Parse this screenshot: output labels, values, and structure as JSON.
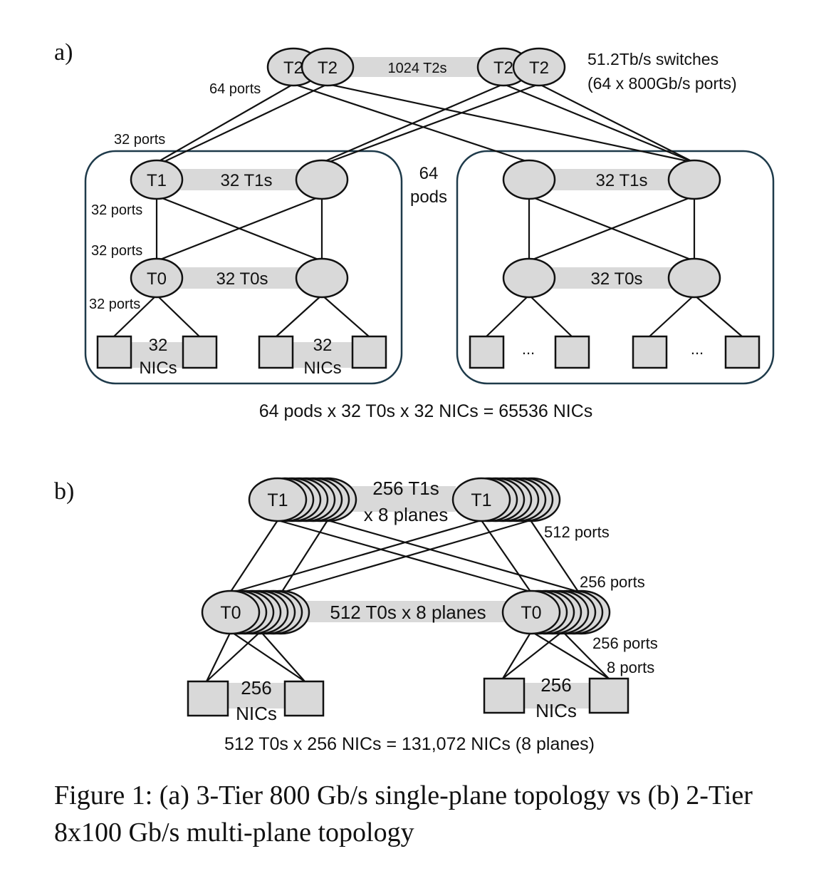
{
  "panel_a": {
    "label": "a)",
    "t2_node_label": "T2",
    "t2_count_label": "1024 T2s",
    "switch_note_line1": "51.2Tb/s switches",
    "switch_note_line2": "(64 x 800Gb/s ports)",
    "t2_ports_label": "64 ports",
    "t1_uplink_ports_label": "32 ports",
    "t1_node_label": "T1",
    "t1_count_label": "32 T1s",
    "pods_line1": "64",
    "pods_line2": "pods",
    "t1_down_ports_label": "32 ports",
    "t0_up_ports_label": "32 ports",
    "t0_node_label": "T0",
    "t0_count_label": "32 T0s",
    "t0_down_ports_label": "32 ports",
    "nic_count_line1": "32",
    "nic_count_line2": "NICs",
    "ellipsis": "...",
    "summary": "64 pods x 32 T0s x 32 NICs = 65536 NICs"
  },
  "panel_b": {
    "label": "b)",
    "t1_node_label": "T1",
    "t1_count_line1": "256 T1s",
    "t1_count_line2": "x 8 planes",
    "t1_ports_label": "512 ports",
    "t0_up_ports_label": "256 ports",
    "t0_node_label": "T0",
    "t0_count_label": "512 T0s x 8 planes",
    "t0_down_ports_label": "256 ports",
    "nic_ports_label": "8 ports",
    "nic_count_line1": "256",
    "nic_count_line2": "NICs",
    "summary": "512 T0s x 256 NICs = 131,072 NICs (8 planes)"
  },
  "caption": "Figure 1: (a) 3-Tier 800 Gb/s single-plane topology vs (b) 2-Tier 8x100 Gb/s multi-plane topology"
}
